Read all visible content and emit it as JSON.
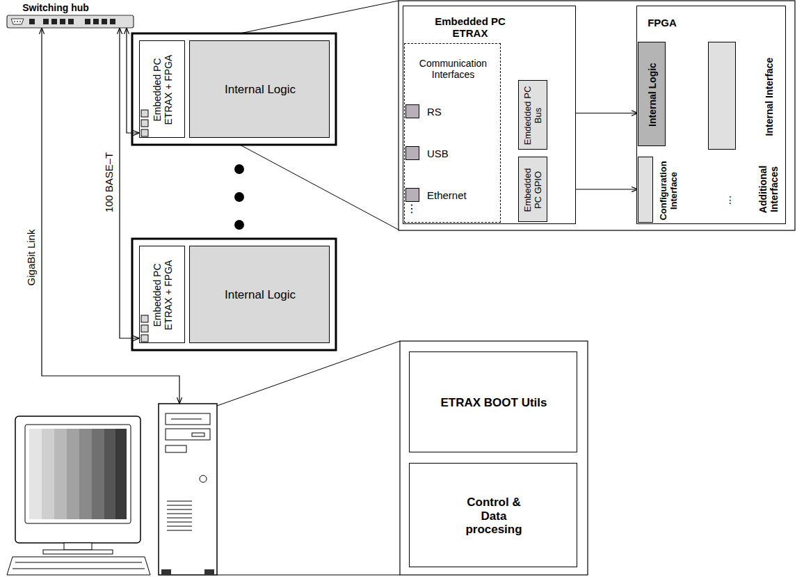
{
  "diagram": {
    "nodes": [
      {
        "text": [
          "Switching hub"
        ]
      },
      {
        "text": [
          "Embedded PC ETRAX + FPGA"
        ]
      },
      {
        "text": [
          "Internal Logic"
        ]
      },
      {
        "text": [
          "Embedded PC ETRAX + FPGA"
        ]
      },
      {
        "text": [
          "Internal Logic"
        ]
      },
      {
        "text": [
          "Embedded PC ETRAX"
        ]
      },
      {
        "text": [
          "Communication Interfaces"
        ],
        "in": 5
      },
      {
        "text": [
          "RS"
        ],
        "in": 6
      },
      {
        "text": [
          "USB"
        ],
        "in": 6
      },
      {
        "text": [
          "Ethernet"
        ],
        "in": 6
      },
      {
        "text": [
          "Emdedded PC Bus"
        ],
        "in": 5
      },
      {
        "text": [
          "Embedded PC GPIO"
        ],
        "in": 5
      },
      {
        "text": [
          "FPGA"
        ]
      },
      {
        "text": [
          "Internal Logic"
        ],
        "in": 12
      },
      {
        "text": [
          "Internal Interface"
        ],
        "in": 12
      },
      {
        "text": [
          "Configuration Interface"
        ],
        "in": 12
      },
      {
        "text": [
          "ETRAX BOOT Utils"
        ]
      },
      {
        "text": [
          "Control & Data procesing"
        ]
      }
    ],
    "edges": [
      {
        "from": 0,
        "to": 1,
        "arrow": "both"
      },
      {
        "from": 0,
        "to": 3,
        "arrow": "both"
      },
      {
        "from": 10,
        "to": 13,
        "arrow": "both"
      },
      {
        "from": 11,
        "to": 15,
        "arrow": "both"
      },
      {
        "from": 13,
        "to": 14,
        "arrow": "both"
      }
    ],
    "labels": [
      "100 BASE–T",
      "GigaBit Link",
      "Additional Interfaces",
      "⋮",
      "⋮"
    ]
  }
}
